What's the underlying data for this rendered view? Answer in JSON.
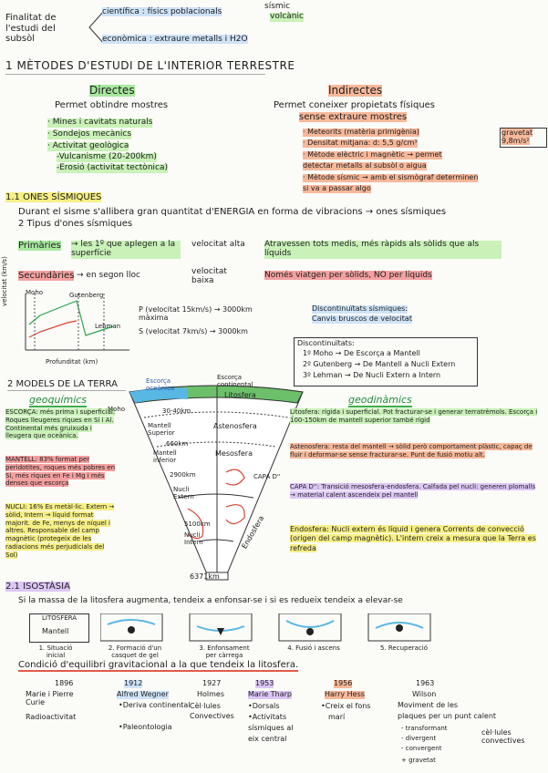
{
  "finalitat": {
    "left": "Finalitat de l'estudi del subsòl",
    "sci": "científica : físics poblacionals",
    "sci_tail1": "sísmic",
    "sci_tail2": "volcànic",
    "eco": "econòmica : extraure metalls i H2O"
  },
  "s1": {
    "title": "1 MÈTODES D'ESTUDI DE L'INTERIOR TERRESTRE"
  },
  "directes": {
    "title": "Directes",
    "intro": "Permet obtindre mostres",
    "items": [
      "· Mines i cavitats naturals",
      "· Sondejos mecànics",
      "· Activitat geològica",
      "-Vulcanisme (20-200km)",
      "-Erosió (activitat tectònica)"
    ]
  },
  "indirectes": {
    "title": "Indirectes",
    "intro1": "Permet coneixer propietats físiques",
    "intro2": "sense extraure mostres",
    "items": [
      "· Meteorits (matèria primigènia)",
      "· Densitat mitjana: d: 5,5 g/cm³",
      "· Mètode elèctric i magnètic → permet",
      "  detectar metalls al subsòl o aigua",
      "· Mètode sísmic → amb el sismògraf determinen",
      "  si va a passar algo"
    ],
    "gravetat": "gravetat 9,8m/s²"
  },
  "s11": {
    "title": "1.1 ONES SÍSMIQUES",
    "line1": "Durant el sisme s'allibera gran quantitat d'ENERGIA en forma de vibracions → ones sísmiques",
    "line2": "2 Tipus d'ones sísmiques"
  },
  "primaries": {
    "label": "Primàries",
    "desc": "→ les 1º que aplegen a la superfície",
    "vel": "velocitat alta",
    "desc2": "Atravessen tots medis, més ràpids als sòlids que als líquids"
  },
  "secundaries": {
    "label": "Secundàries",
    "desc": "→ en segon lloc",
    "vel": "velocitat baixa",
    "desc2": "Només viatgen per sòlids, NO per líquids"
  },
  "chart": {
    "ylabel": "velocitat (km/s)",
    "xlabel": "Profunditat (km)",
    "moho": "Moho",
    "gutenberg": "Gutenberg",
    "lehman": "Lehman",
    "p_note": "P (velocitat 15km/s) → 3000km màxima",
    "s_note": "S (velocitat 7km/s) → 3000km"
  },
  "disc": {
    "title": "Discontinuïtats sísmiques:",
    "subtitle": "Canvis bruscos de velocitat",
    "head": "Discontinuïtats:",
    "items": [
      "1º Moho → De Escorça a Mantell",
      "2º Gutenberg → De Mantell a Nucli Extern",
      "3º Lehman → De Nucli Extern a Intern"
    ]
  },
  "s2": {
    "title": "2 MODELS DE LA TERRA"
  },
  "geoquimic": {
    "title": "geoquímics",
    "escorca": "ESCORÇA: més prima i superficial. Roques lleugeres riques en Si i Al. Continental més gruixuda i lleugera que oceànica.",
    "mantell": "MANTELL: 83% format per peridotites, roques més pobres en Si, més riques en Fe i Mg i més denses que escorça",
    "nucli": "NUCLI: 16% Es metàl·lic. Extern → sòlid, Intern → líquid format majorit. de Fe, menys de níquel i altres. Responsable del camp magnètic (protegeix de les radiacions més perjudicials del Sol)"
  },
  "diagram": {
    "esc_oc": "Escorça oceànica",
    "esc_cont": "Escorça continental",
    "moho": "Moho",
    "km30": "30-40km",
    "mantell_sup": "Mantell Superior",
    "km660": "660km",
    "mantell_inf": "Mantell inferior",
    "km2900": "2900km",
    "nucli_ext": "Nucli Extern",
    "nucli_int": "Nucli Intern",
    "km5100": "5100km",
    "litosfera": "Litosfera",
    "astenosfera": "Astenosfera",
    "mesosfera": "Mesosfera",
    "capa": "CAPA D''",
    "endosfera": "Endosfera",
    "km6371": "6371km"
  },
  "geodinamic": {
    "title": "geodinàmics",
    "lito": "Litosfera: rígida i superficial. Pot fracturar-se i generar terratrèmols. Escorça i 100-150km de mantell superior també rígid",
    "asteno": "Astenosfera: resta del mantell → sòlid però comportament plàstic, capaç de fluir i deformar-se sense fracturar-se. Punt de fusió motiu alt.",
    "capa": "CAPA D'': Transició mesosfera-endosfera. Calfada pel nucli: generen plomalls → material calent ascendeix pel mantell",
    "endo": "Endosfera: Nucli extern és líquid i genera Corrents de convecció (origen del camp magnètic). L'intern creix a mesura que la Terra es refreda"
  },
  "s21": {
    "title": "2.1 ISOSTÀSIA",
    "line": "Si la massa de la litosfera augmenta, tendeix a enfonsar-se i si es redueix tendeix a elevar-se",
    "steps": [
      "1. Situació inicial",
      "2. Formació d'un casquet de gel",
      "3. Enfonsament per càrrega",
      "4. Fusió i ascens",
      "5. Recuperació"
    ],
    "box1_top": "LITOSFERA",
    "box1_bot": "Mantell",
    "cond": "Condició d'equilibri gravitacional a la que tendeix la litosfera."
  },
  "timeline": [
    {
      "year": "1896",
      "name": "Marie i Pierre Curie",
      "notes": [
        "Radioactivitat"
      ]
    },
    {
      "year": "1912",
      "name": "Alfred Wegner",
      "notes": [
        "•Deriva continental",
        "•Paleontologia"
      ]
    },
    {
      "year": "1927",
      "name": "Holmes",
      "notes": [
        "Cèl·lules",
        "Convectives"
      ]
    },
    {
      "year": "1953",
      "name": "Marie Tharp",
      "notes": [
        "•Dorsals",
        "•Activitats",
        "sísmiques al",
        "eix central"
      ]
    },
    {
      "year": "1956",
      "name": "Harry Hess",
      "notes": [
        "•Creix el fons",
        "marí"
      ]
    },
    {
      "year": "1963",
      "name": "Wilson",
      "notes": [
        "Moviment de les",
        "plaques per un punt calent",
        "- transformant",
        "- divergent",
        "- convergent",
        "+ gravetat"
      ],
      "extra": "cèl·lules convectives"
    }
  ]
}
